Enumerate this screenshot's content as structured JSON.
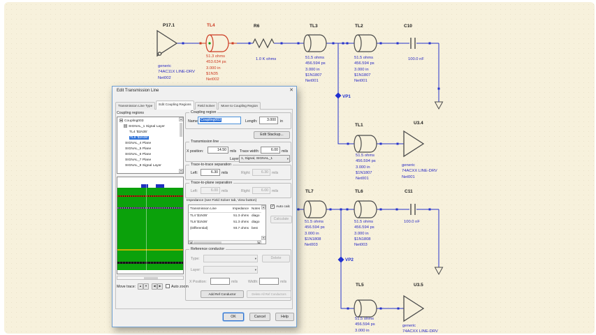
{
  "schematic": {
    "p17_1": {
      "ref": "P17.1",
      "labels": [
        "generic",
        "74AC11X LINE-DRV",
        "Net002"
      ]
    },
    "tl4": {
      "ref": "TL4",
      "params": [
        "51.3 ohms",
        "453.634 ps",
        "3.000 in",
        "$1N35",
        "Net002"
      ]
    },
    "r6": {
      "ref": "R6",
      "value": "1.0 K ohms"
    },
    "tl3": {
      "ref": "TL3",
      "params": [
        "51.5 ohms",
        "456.594 ps",
        "3.000 in",
        "$1N1807",
        "Net001"
      ]
    },
    "tl2": {
      "ref": "TL2",
      "params": [
        "51.5 ohms",
        "456.594 ps",
        "3.000 in",
        "$1N1807",
        "Net001"
      ]
    },
    "c10": {
      "ref": "C10",
      "value": "100.0 nF"
    },
    "vp1": {
      "ref": "VP1"
    },
    "tl1": {
      "ref": "TL1",
      "params": [
        "51.5 ohms",
        "456.594 ps",
        "3.000 in",
        "$1N1807",
        "Net001"
      ]
    },
    "u3_4": {
      "ref": "U3.4",
      "labels": [
        "generic",
        "74ACXX LINE-DRV",
        "Net001"
      ]
    },
    "tl7": {
      "ref": "TL7",
      "params": [
        "51.5 ohms",
        "456.594 ps",
        "3.000 in",
        "$1N1808",
        "Net003"
      ]
    },
    "tl6": {
      "ref": "TL6",
      "params": [
        "51.5 ohms",
        "456.594 ps",
        "3.000 in",
        "$1N1808",
        "Net003"
      ]
    },
    "c11": {
      "ref": "C11",
      "value": "100.0 nF"
    },
    "vp2": {
      "ref": "VP2"
    },
    "tl5": {
      "ref": "TL5",
      "params": [
        "51.5 ohms",
        "456.594 ps",
        "3.000 in"
      ]
    },
    "u3_5": {
      "ref": "U3.5",
      "labels": [
        "generic",
        "74ACXX LINE-DRV"
      ]
    }
  },
  "dialog": {
    "title": "Edit Transmission Line",
    "close": "✕",
    "tabs": [
      "Transmission Line Type",
      "Edit Coupling Regions",
      "Field Solver",
      "Move to Coupling Region"
    ],
    "coupling_regions_label": "Coupling regions",
    "tree": {
      "items": [
        "Coupling003",
        "SIGNAL_1 Signal Layer",
        "TL4 '$1N35'",
        "TL8 '$1N36'",
        "SIGNAL_4 Plane",
        "SIGNAL_5 Plane",
        "SIGNAL_6 Plane",
        "SIGNAL_7 Plane",
        "SIGNAL_8 Signal Layer"
      ]
    },
    "move_trace": {
      "label": "Move trace:",
      "up": "▲",
      "down": "▼",
      "left": "◀",
      "right": "▶",
      "auto_zoom": "Auto zoom"
    },
    "coupling_region": {
      "legend": "Coupling region",
      "name_label": "Name:",
      "name_value": "Coupling003",
      "length_label": "Length:",
      "length_value": "3.000",
      "length_unit": "in"
    },
    "edit_stackup": "Edit Stackup...",
    "transmission_line": {
      "legend": "Transmission line",
      "x_position_label": "X position:",
      "x_position": "14.50",
      "trace_width_label": "Trace width:",
      "trace_width": "6.00",
      "layer_label": "Layer",
      "layer_value": "1, Signal, SIGNAL_1"
    },
    "trace_to_trace": {
      "legend": "Trace-to-trace separation",
      "left_label": "Left:",
      "left": "6.30",
      "right_label": "Right:",
      "right": "6.30"
    },
    "trace_to_plane": {
      "legend": "Trace-to-plane separation",
      "left_label": "Left:",
      "left": "6.00",
      "right_label": "Right:",
      "right": "6.00"
    },
    "units": {
      "mils": "mils"
    },
    "impedance": {
      "label": "Impedance (see Field Solver tab, View button)",
      "columns": [
        "Transmission Line",
        "Impedance",
        "Notes"
      ],
      "rows": [
        [
          "TL4 '$1N35'",
          "51.3 ohms",
          "diago"
        ],
        [
          "TL8 '$1N36'",
          "51.3 ohms",
          "diago"
        ],
        [
          "(Differential)",
          "93.7 ohms",
          "best"
        ]
      ],
      "auto_calc": "Auto calc",
      "calculate": "Calculate"
    },
    "reference_conductor": {
      "legend": "Reference conductor",
      "type_label": "Type:",
      "layer_label": "Layer:",
      "x_position_label": "X Position:",
      "width_label": "Width:",
      "delete": "Delete",
      "add": "Add Ref Conductor",
      "delete_all": "Delete All Ref Conductors"
    },
    "buttons": {
      "ok": "OK",
      "cancel": "Cancel",
      "help": "Help"
    }
  },
  "colors": {
    "wire": "#2633cc",
    "selected_net": "#cc3a22",
    "dielectric_green": "#0ba10b",
    "selection_blue": "#2f72d8"
  }
}
